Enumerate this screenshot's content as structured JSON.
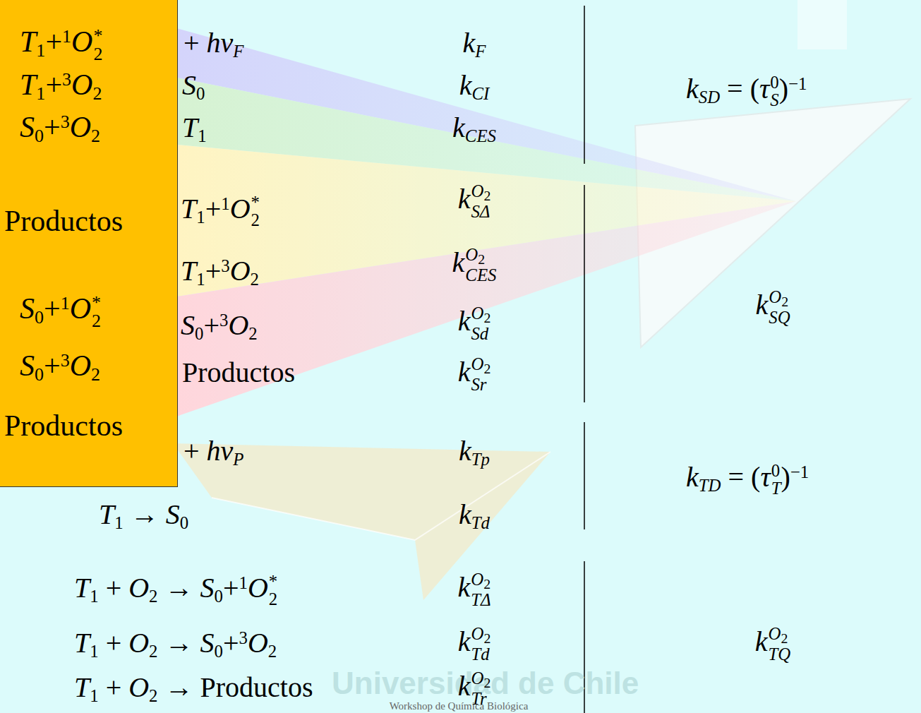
{
  "diagram": {
    "nodes": [
      {
        "text": [
          "T1+1O2*",
          "T1+3O2",
          "S0+3O2",
          "Productos",
          "S0+1O2*",
          "S0+3O2",
          "Productos"
        ]
      }
    ],
    "labels": [
      "+ hνF",
      "S0",
      "T1",
      "T1+1O2*",
      "T1+3O2",
      "S0+3O2",
      "Productos",
      "+ hνP",
      "T1 → S0",
      "T1 + O2 → S0+1O2*",
      "T1 + O2 → S0+3O2",
      "T1 + O2 → Productos",
      "kF",
      "kCI",
      "kCES",
      "kO2SΔ",
      "kO2CES",
      "kO2Sd",
      "kO2Sr",
      "kTp",
      "kTd",
      "kO2TΔ",
      "kO2Td",
      "kO2Tr",
      "kSD = (τS0)−1",
      "kO2SQ",
      "kTD = (τT0)−1",
      "kO2TQ",
      "Universidad de Chile",
      "Workshop de Química Biológica"
    ]
  }
}
